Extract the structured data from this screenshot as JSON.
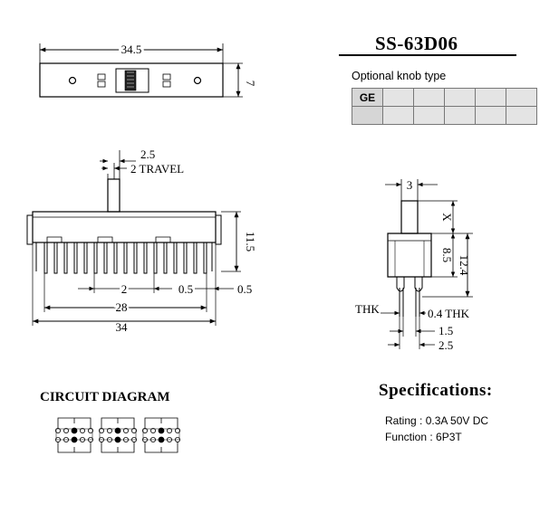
{
  "model": "SS-63D06",
  "knob": {
    "label": "Optional knob type",
    "cells": [
      "GE",
      "",
      "",
      "",
      "",
      ""
    ]
  },
  "top_view": {
    "length": "34.5",
    "height": "7"
  },
  "front_view": {
    "knob_width": "2.5",
    "travel": "2 TRAVEL",
    "height": "11.5",
    "pitch": "2",
    "pin_dim_a": "0.5",
    "pin_dim_b": "0.5",
    "pin_span": "28",
    "overall": "34"
  },
  "side_view": {
    "knob_width": "3",
    "knob_height": "X",
    "body_height": "8.5",
    "total_height": "12.4",
    "thk_label": "THK",
    "pin_thk": "0.4 THK",
    "pin_gap": "1.5",
    "pin_width": "2.5"
  },
  "circuit": {
    "title": "CIRCUIT DIAGRAM"
  },
  "specs": {
    "title": "Specifications:",
    "rating": "Rating : 0.3A 50V DC",
    "function": "Function : 6P3T"
  }
}
